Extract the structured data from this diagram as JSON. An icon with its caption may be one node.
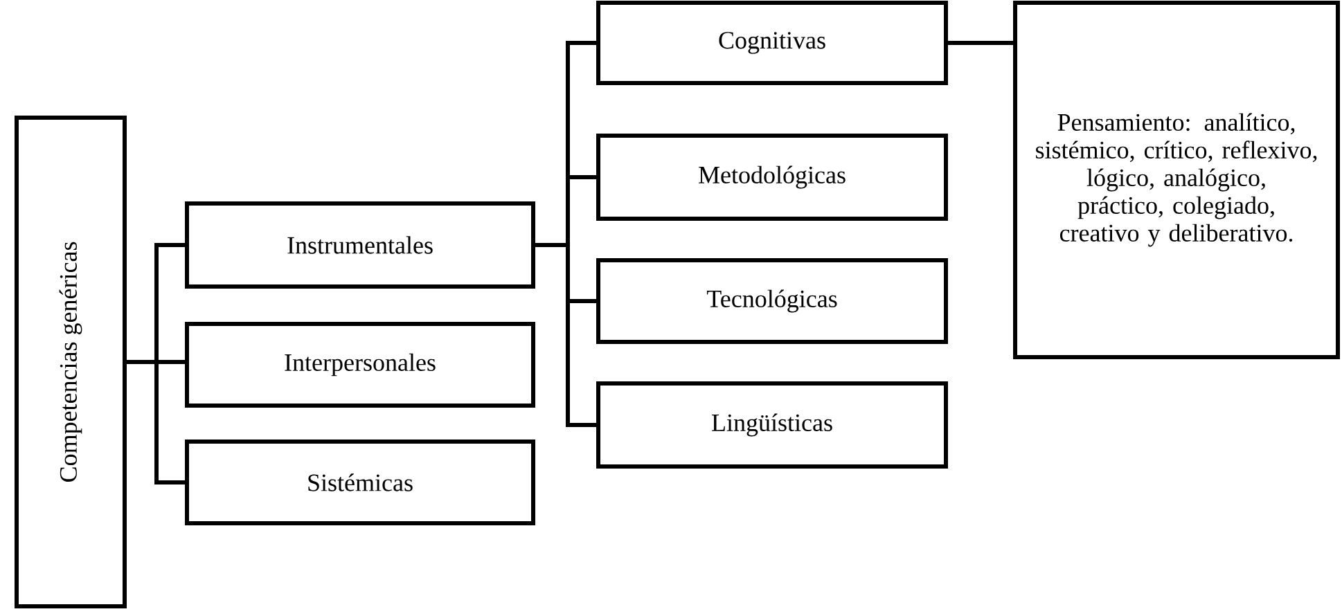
{
  "diagram": {
    "nodes": [
      {
        "text": [
          "Competencias genéricas"
        ]
      },
      {
        "text": [
          "Instrumentales"
        ]
      },
      {
        "text": [
          "Interpersonales"
        ]
      },
      {
        "text": [
          "Sistémicas"
        ]
      },
      {
        "text": [
          "Cognitivas"
        ]
      },
      {
        "text": [
          "Metodológicas"
        ]
      },
      {
        "text": [
          "Tecnológicas"
        ]
      },
      {
        "text": [
          "Lingüísticas"
        ]
      },
      {
        "text": [
          "Pensamiento: analítico, sistémico, crítico, reflexivo, lógico, analógico, práctico, colegiado, creativo y deliberativo."
        ]
      }
    ],
    "edges": [
      {
        "from": 0,
        "to": 1,
        "arrow": "none"
      },
      {
        "from": 0,
        "to": 2,
        "arrow": "none"
      },
      {
        "from": 0,
        "to": 3,
        "arrow": "none"
      },
      {
        "from": 1,
        "to": 4,
        "arrow": "none"
      },
      {
        "from": 1,
        "to": 5,
        "arrow": "none"
      },
      {
        "from": 1,
        "to": 6,
        "arrow": "none"
      },
      {
        "from": 1,
        "to": 7,
        "arrow": "none"
      },
      {
        "from": 4,
        "to": 8,
        "arrow": "none"
      }
    ]
  }
}
